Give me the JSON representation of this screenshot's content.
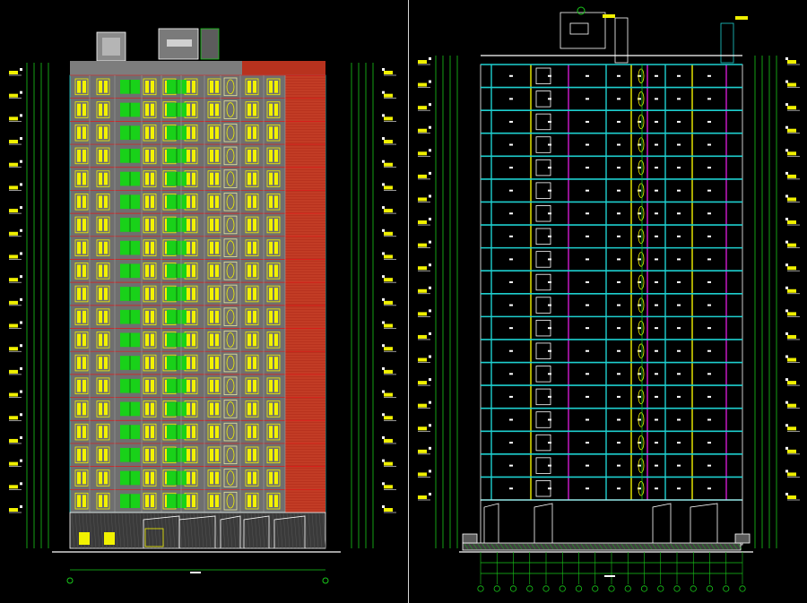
{
  "drawing": {
    "left_view": {
      "title_text": "",
      "scale_text": "",
      "floors": 19
    },
    "right_view": {
      "title_text": "",
      "scale_text": "",
      "floors": 19,
      "grid_axis_count": 17
    }
  },
  "colors": {
    "background": "#000000",
    "wall_fill": "#6f6f6f",
    "window_yellow": "#f2f200",
    "window_green": "#19d119",
    "facade_red": "#b8321e",
    "dim_green": "#19c81a",
    "dim_red": "#e01818",
    "cyan": "#1ecfcf",
    "magenta": "#d01ad0",
    "white": "#ffffff",
    "tag_yellow": "#f0f000"
  }
}
